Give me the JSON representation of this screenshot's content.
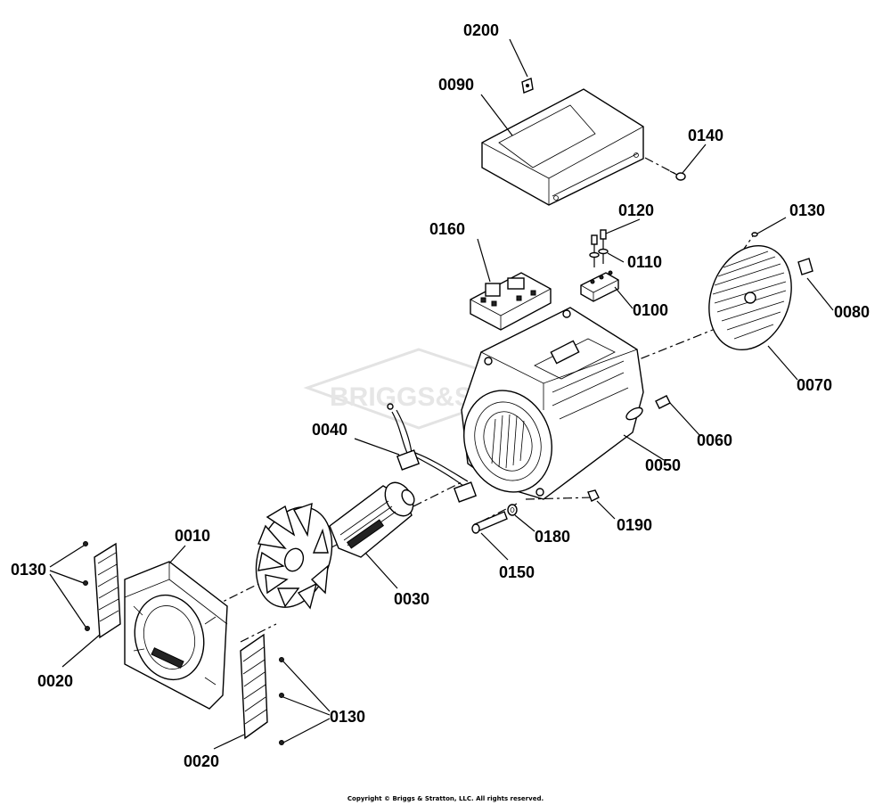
{
  "watermark": {
    "text": "BRIGGS&STRATTON"
  },
  "labels": {
    "l0200": "0200",
    "l0090": "0090",
    "l0140": "0140",
    "l0120": "0120",
    "l0130_top": "0130",
    "l0160": "0160",
    "l0110": "0110",
    "l0080": "0080",
    "l0100": "0100",
    "l0070": "0070",
    "l0040": "0040",
    "l0060": "0060",
    "l0050": "0050",
    "l0010": "0010",
    "l0180": "0180",
    "l0190": "0190",
    "l0130_left": "0130",
    "l0150": "0150",
    "l0030": "0030",
    "l0020_left": "0020",
    "l0130_right": "0130",
    "l0020_bottom": "0020"
  },
  "copyright": "Copyright © Briggs & Stratton, LLC. All rights reserved."
}
